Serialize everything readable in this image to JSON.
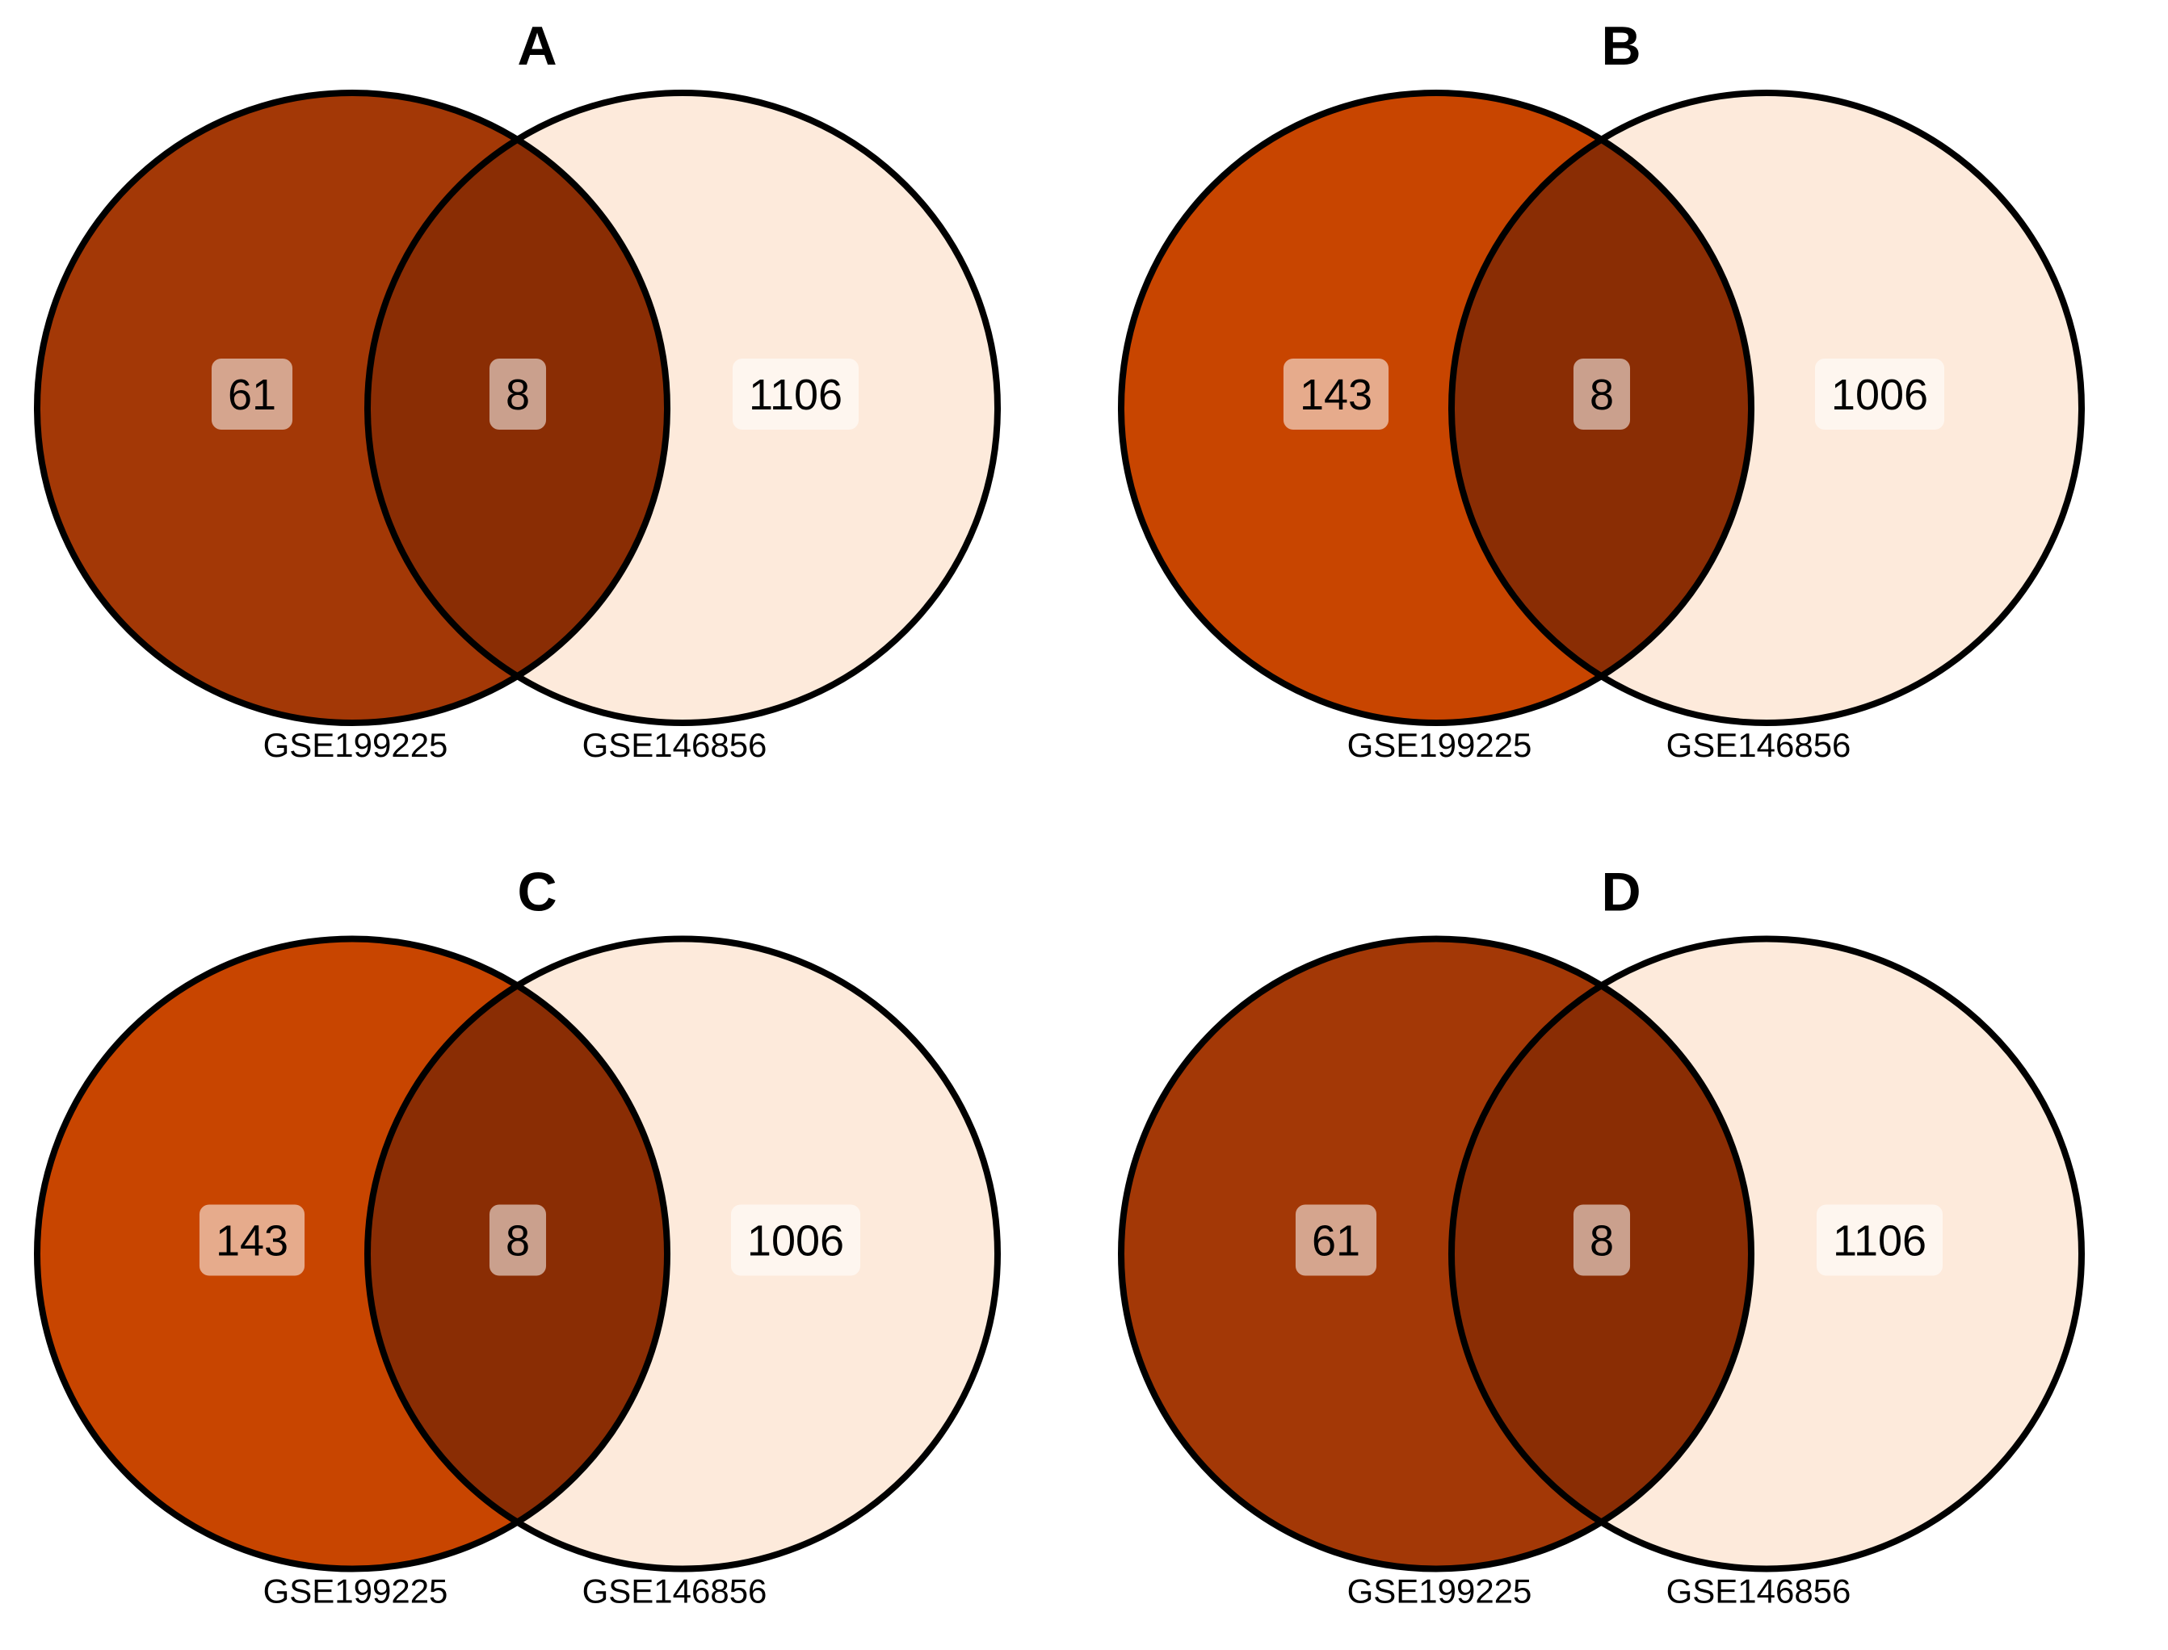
{
  "figure": {
    "background": "#ffffff",
    "outline_color": "#000000",
    "text_color": "#000000",
    "badge_overlay_color": "#ffffff",
    "badge_overlay_opacity": 0.55
  },
  "panels": [
    {
      "title": "A",
      "left": {
        "label": "GSE199225",
        "count": "61",
        "fill": "#A33806"
      },
      "right": {
        "label": "GSE146856",
        "count": "1106",
        "fill": "#FDEADB"
      },
      "intersection": {
        "count": "8",
        "fill": "#8A2D04"
      }
    },
    {
      "title": "B",
      "left": {
        "label": "GSE199225",
        "count": "143",
        "fill": "#C84500"
      },
      "right": {
        "label": "GSE146856",
        "count": "1006",
        "fill": "#FDEADB"
      },
      "intersection": {
        "count": "8",
        "fill": "#8A2D04"
      }
    },
    {
      "title": "C",
      "left": {
        "label": "GSE199225",
        "count": "143",
        "fill": "#C84500"
      },
      "right": {
        "label": "GSE146856",
        "count": "1006",
        "fill": "#FDEADB"
      },
      "intersection": {
        "count": "8",
        "fill": "#8A2D04"
      }
    },
    {
      "title": "D",
      "left": {
        "label": "GSE199225",
        "count": "61",
        "fill": "#A33806"
      },
      "right": {
        "label": "GSE146856",
        "count": "1106",
        "fill": "#FDEADB"
      },
      "intersection": {
        "count": "8",
        "fill": "#8A2D04"
      }
    }
  ]
}
